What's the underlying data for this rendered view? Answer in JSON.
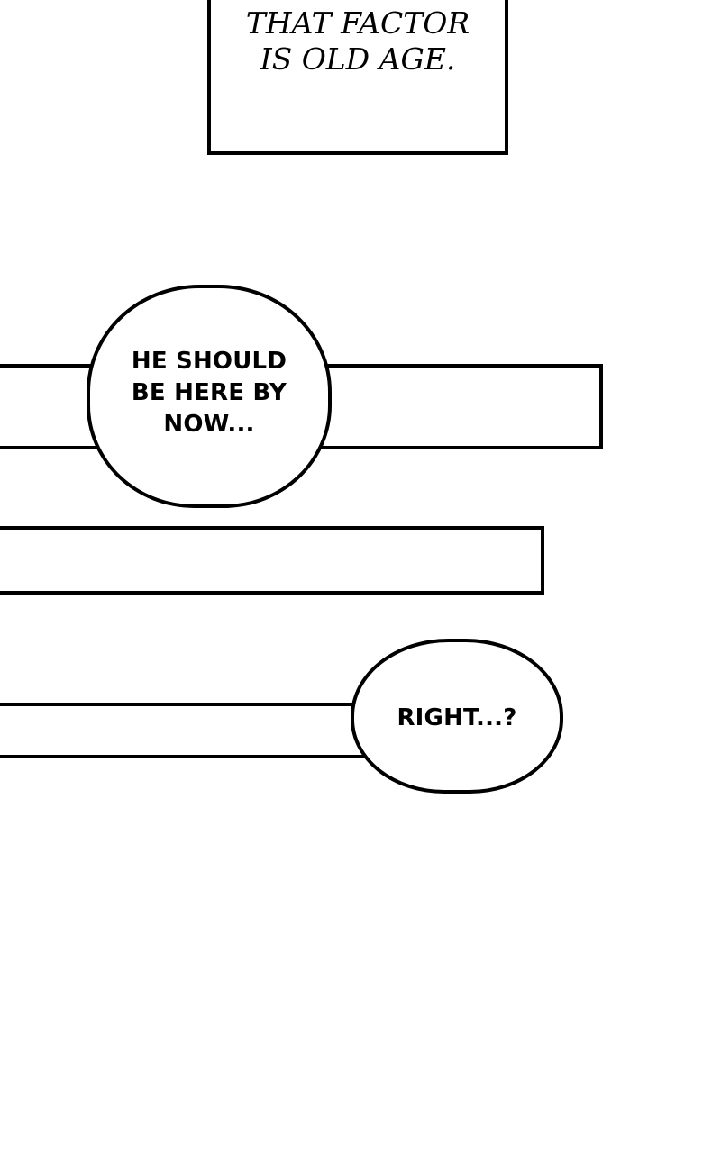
{
  "narration": {
    "text": "THAT FACTOR\nIS OLD AGE."
  },
  "bubbles": [
    {
      "text": "HE SHOULD\nBE HERE BY\nNOW..."
    },
    {
      "text": "RIGHT...?"
    }
  ]
}
